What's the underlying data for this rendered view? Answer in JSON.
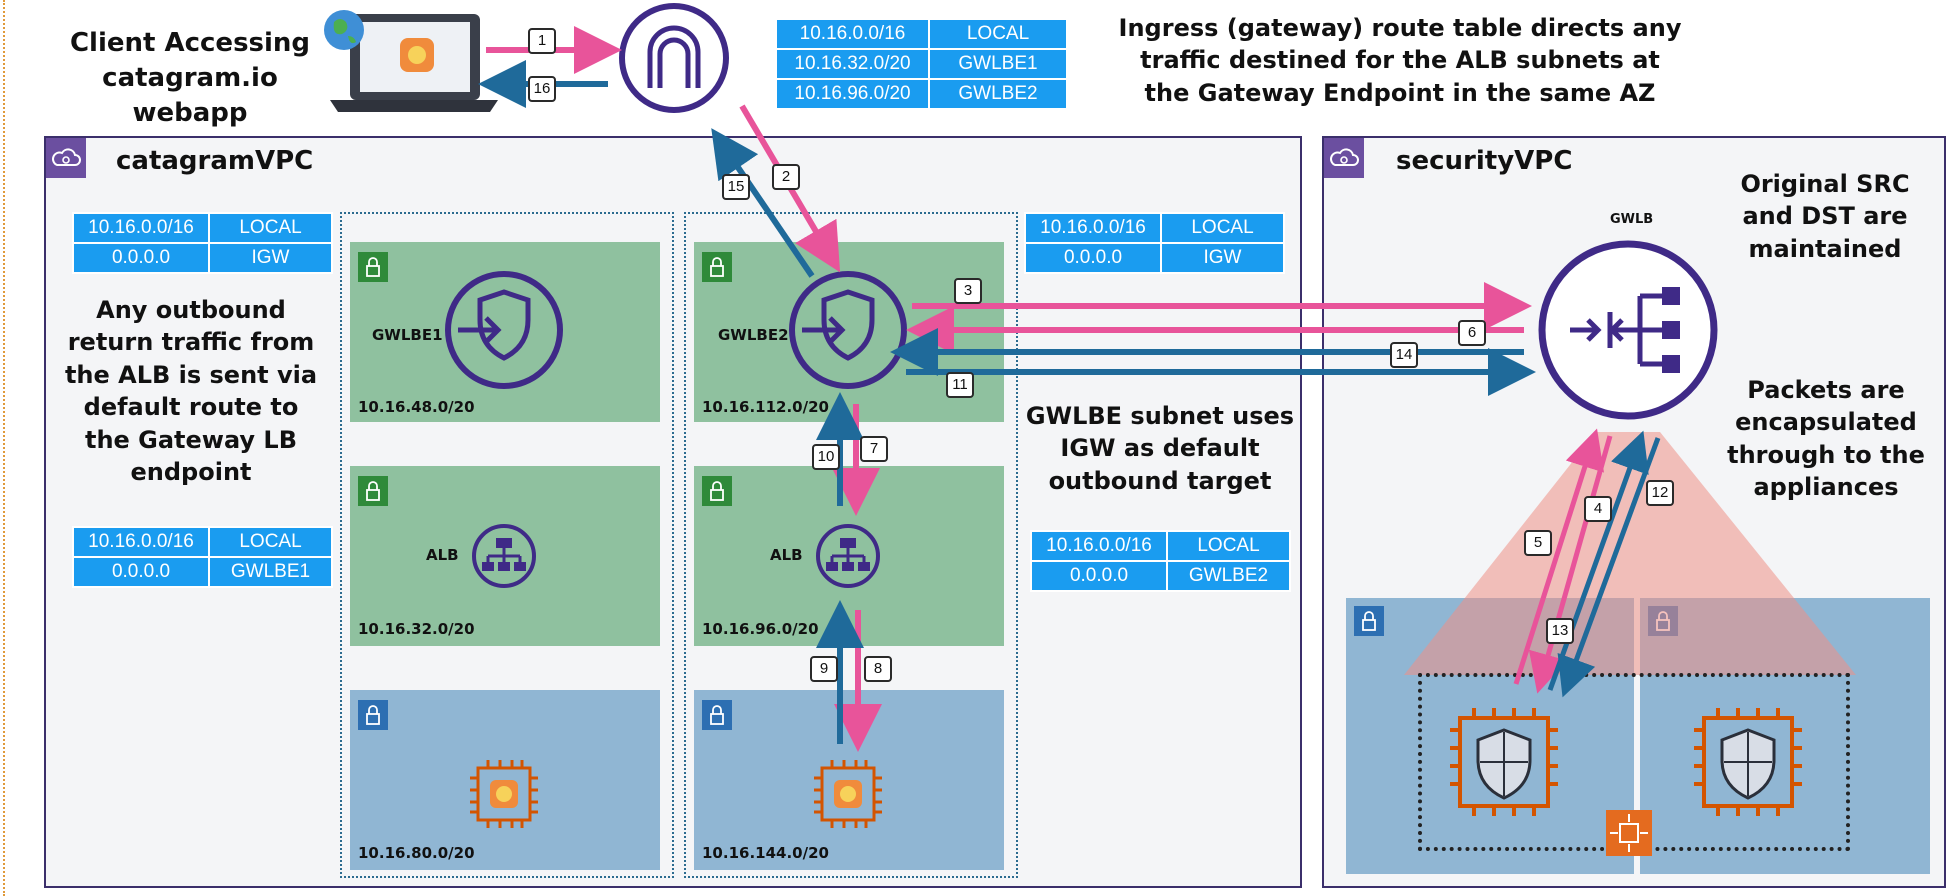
{
  "client": {
    "label_line1": "Client Accessing",
    "label_line2": "catagram.io webapp"
  },
  "ingress_table": [
    {
      "cidr": "10.16.0.0/16",
      "target": "LOCAL"
    },
    {
      "cidr": "10.16.32.0/20",
      "target": "GWLBE1"
    },
    {
      "cidr": "10.16.96.0/20",
      "target": "GWLBE2"
    }
  ],
  "ingress_note": {
    "line1": "Ingress (gateway) route table directs any",
    "line2": "traffic destined for the ALB subnets at",
    "line3": "the Gateway Endpoint in the same AZ"
  },
  "catagram_vpc": {
    "label": "catagramVPC",
    "table_gwlbe": [
      {
        "cidr": "10.16.0.0/16",
        "target": "LOCAL"
      },
      {
        "cidr": "0.0.0.0",
        "target": "IGW"
      }
    ],
    "note_outbound": {
      "line1": "Any outbound",
      "line2": "return traffic from",
      "line3": "the ALB is sent via",
      "line4": "default route to",
      "line5": "the Gateway LB",
      "line6": "endpoint"
    },
    "table_alb1": [
      {
        "cidr": "10.16.0.0/16",
        "target": "LOCAL"
      },
      {
        "cidr": "0.0.0.0",
        "target": "GWLBE1"
      }
    ],
    "table_gwlbe2": [
      {
        "cidr": "10.16.0.0/16",
        "target": "LOCAL"
      },
      {
        "cidr": "0.0.0.0",
        "target": "IGW"
      }
    ],
    "note_gwlbe": {
      "line1": "GWLBE subnet uses",
      "line2": "IGW as default",
      "line3": "outbound target"
    },
    "table_alb2": [
      {
        "cidr": "10.16.0.0/16",
        "target": "LOCAL"
      },
      {
        "cidr": "0.0.0.0",
        "target": "GWLBE2"
      }
    ],
    "az1": {
      "gwlbe_label": "GWLBE1",
      "gwlbe_cidr": "10.16.48.0/20",
      "alb_label": "ALB",
      "alb_cidr": "10.16.32.0/20",
      "app_cidr": "10.16.80.0/20"
    },
    "az2": {
      "gwlbe_label": "GWLBE2",
      "gwlbe_cidr": "10.16.112.0/20",
      "alb_label": "ALB",
      "alb_cidr": "10.16.96.0/20",
      "app_cidr": "10.16.144.0/20"
    }
  },
  "security_vpc": {
    "label": "securityVPC",
    "gwlb_label": "GWLB",
    "note_src": {
      "line1": "Original SRC",
      "line2": "and DST are",
      "line3": "maintained"
    },
    "note_encap": {
      "line1": "Packets are",
      "line2": "encapsulated",
      "line3": "through to the",
      "line4": "appliances"
    }
  },
  "steps": [
    "1",
    "2",
    "3",
    "4",
    "5",
    "6",
    "7",
    "8",
    "9",
    "10",
    "11",
    "12",
    "13",
    "14",
    "15",
    "16"
  ],
  "colors": {
    "request": "#e8549a",
    "response": "#1f6a9a",
    "purple": "#3f2a87",
    "table": "#1a9cf0",
    "green_subnet": "#8fc19f",
    "blue_subnet": "#90b6d3"
  },
  "icons": [
    "laptop-icon",
    "internet-gateway-icon",
    "gateway-endpoint-icon",
    "alb-icon",
    "app-chip-icon",
    "gwlb-icon",
    "firewall-appliance-icon",
    "autoscaling-icon",
    "lock-icon",
    "vpc-cloud-icon"
  ]
}
